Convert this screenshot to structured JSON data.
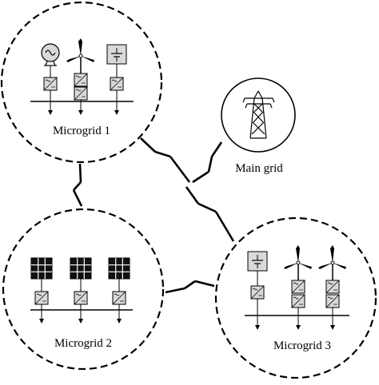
{
  "microgrids": [
    {
      "label": "Microgrid 1",
      "units": [
        "generator-icon",
        "wind-turbine-icon",
        "battery-icon"
      ]
    },
    {
      "label": "Microgrid 2",
      "units": [
        "solar-panel-icon",
        "solar-panel-icon",
        "solar-panel-icon"
      ]
    },
    {
      "label": "Microgrid 3",
      "units": [
        "battery-icon",
        "wind-turbine-icon",
        "wind-turbine-icon"
      ]
    }
  ],
  "main_grid": {
    "label": "Main grid",
    "icon": "transmission-tower-icon"
  },
  "colors": {
    "stroke": "#000000",
    "converter_fill": "#d9d9d9",
    "panel_fill": "#111111"
  }
}
